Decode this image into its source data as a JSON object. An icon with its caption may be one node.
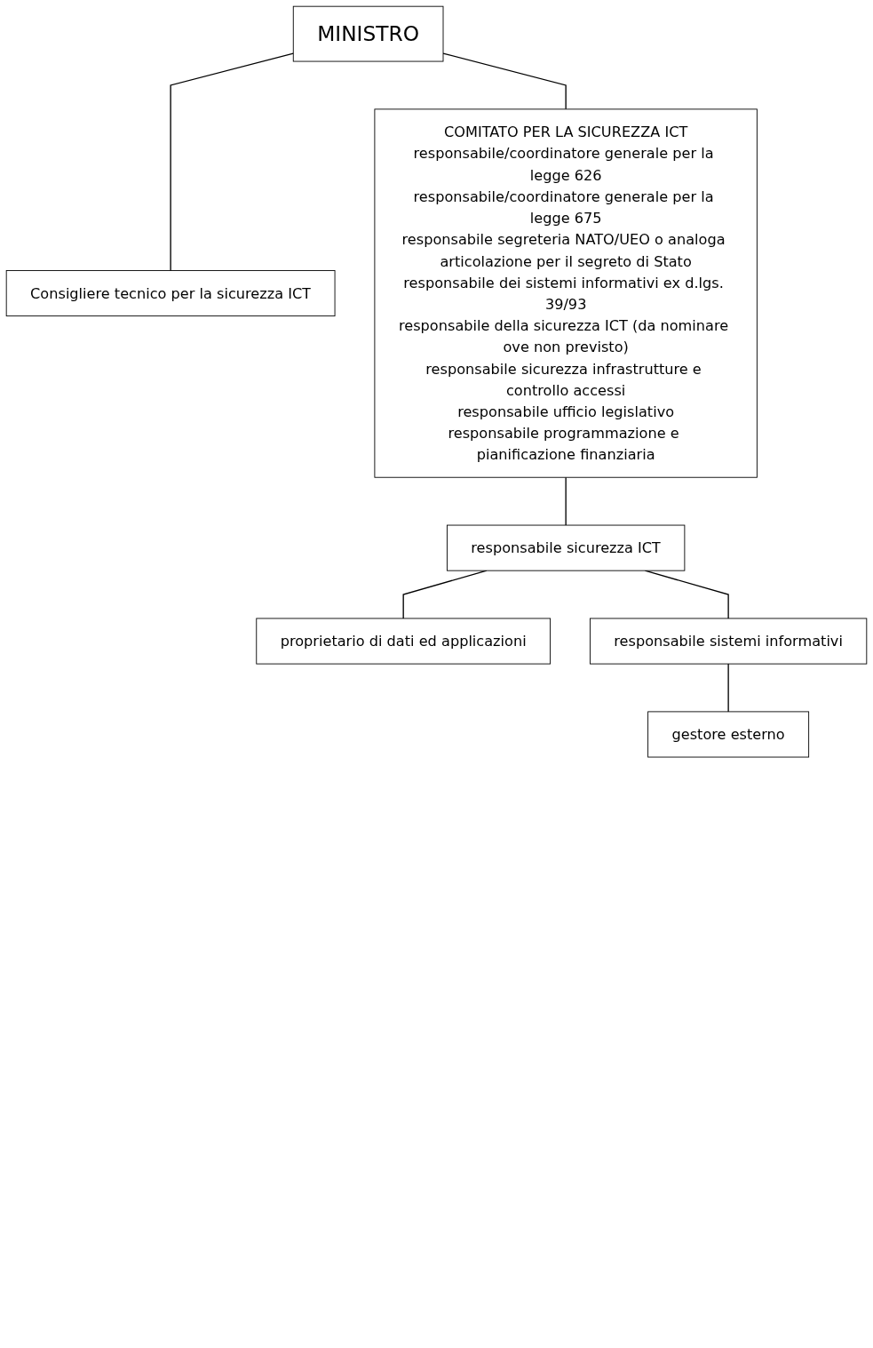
{
  "diagram": {
    "nodes": [
      {
        "text": [
          "MINISTRO"
        ]
      },
      {
        "text": [
          "Consigliere tecnico per la sicurezza ICT"
        ]
      },
      {
        "text": [
          "COMITATO PER LA SICUREZZA ICT",
          "responsabile/coordinatore generale per la legge 626",
          "responsabile/coordinatore generale per la legge 675",
          "responsabile segreteria NATO/UEO o analoga articolazione per il segreto di Stato",
          "responsabile dei sistemi informativi ex d.lgs. 39/93",
          "responsabile della sicurezza ICT (da nominare ove non previsto)",
          "responsabile sicurezza infrastrutture e controllo accessi",
          "responsabile ufficio legislativo",
          "responsabile programmazione e pianificazione finanziaria"
        ]
      },
      {
        "text": [
          "responsabile sicurezza ICT"
        ]
      },
      {
        "text": [
          "proprietario di dati ed applicazioni"
        ]
      },
      {
        "text": [
          "responsabile sistemi informativi"
        ]
      },
      {
        "text": [
          "gestore esterno"
        ]
      }
    ],
    "edges": [
      {
        "from": 0,
        "to": 1,
        "arrow": "none"
      },
      {
        "from": 0,
        "to": 2,
        "arrow": "none"
      },
      {
        "from": 2,
        "to": 3,
        "arrow": "none"
      },
      {
        "from": 3,
        "to": 4,
        "arrow": "none"
      },
      {
        "from": 3,
        "to": 5,
        "arrow": "none"
      },
      {
        "from": 5,
        "to": 6,
        "arrow": "none"
      }
    ]
  }
}
